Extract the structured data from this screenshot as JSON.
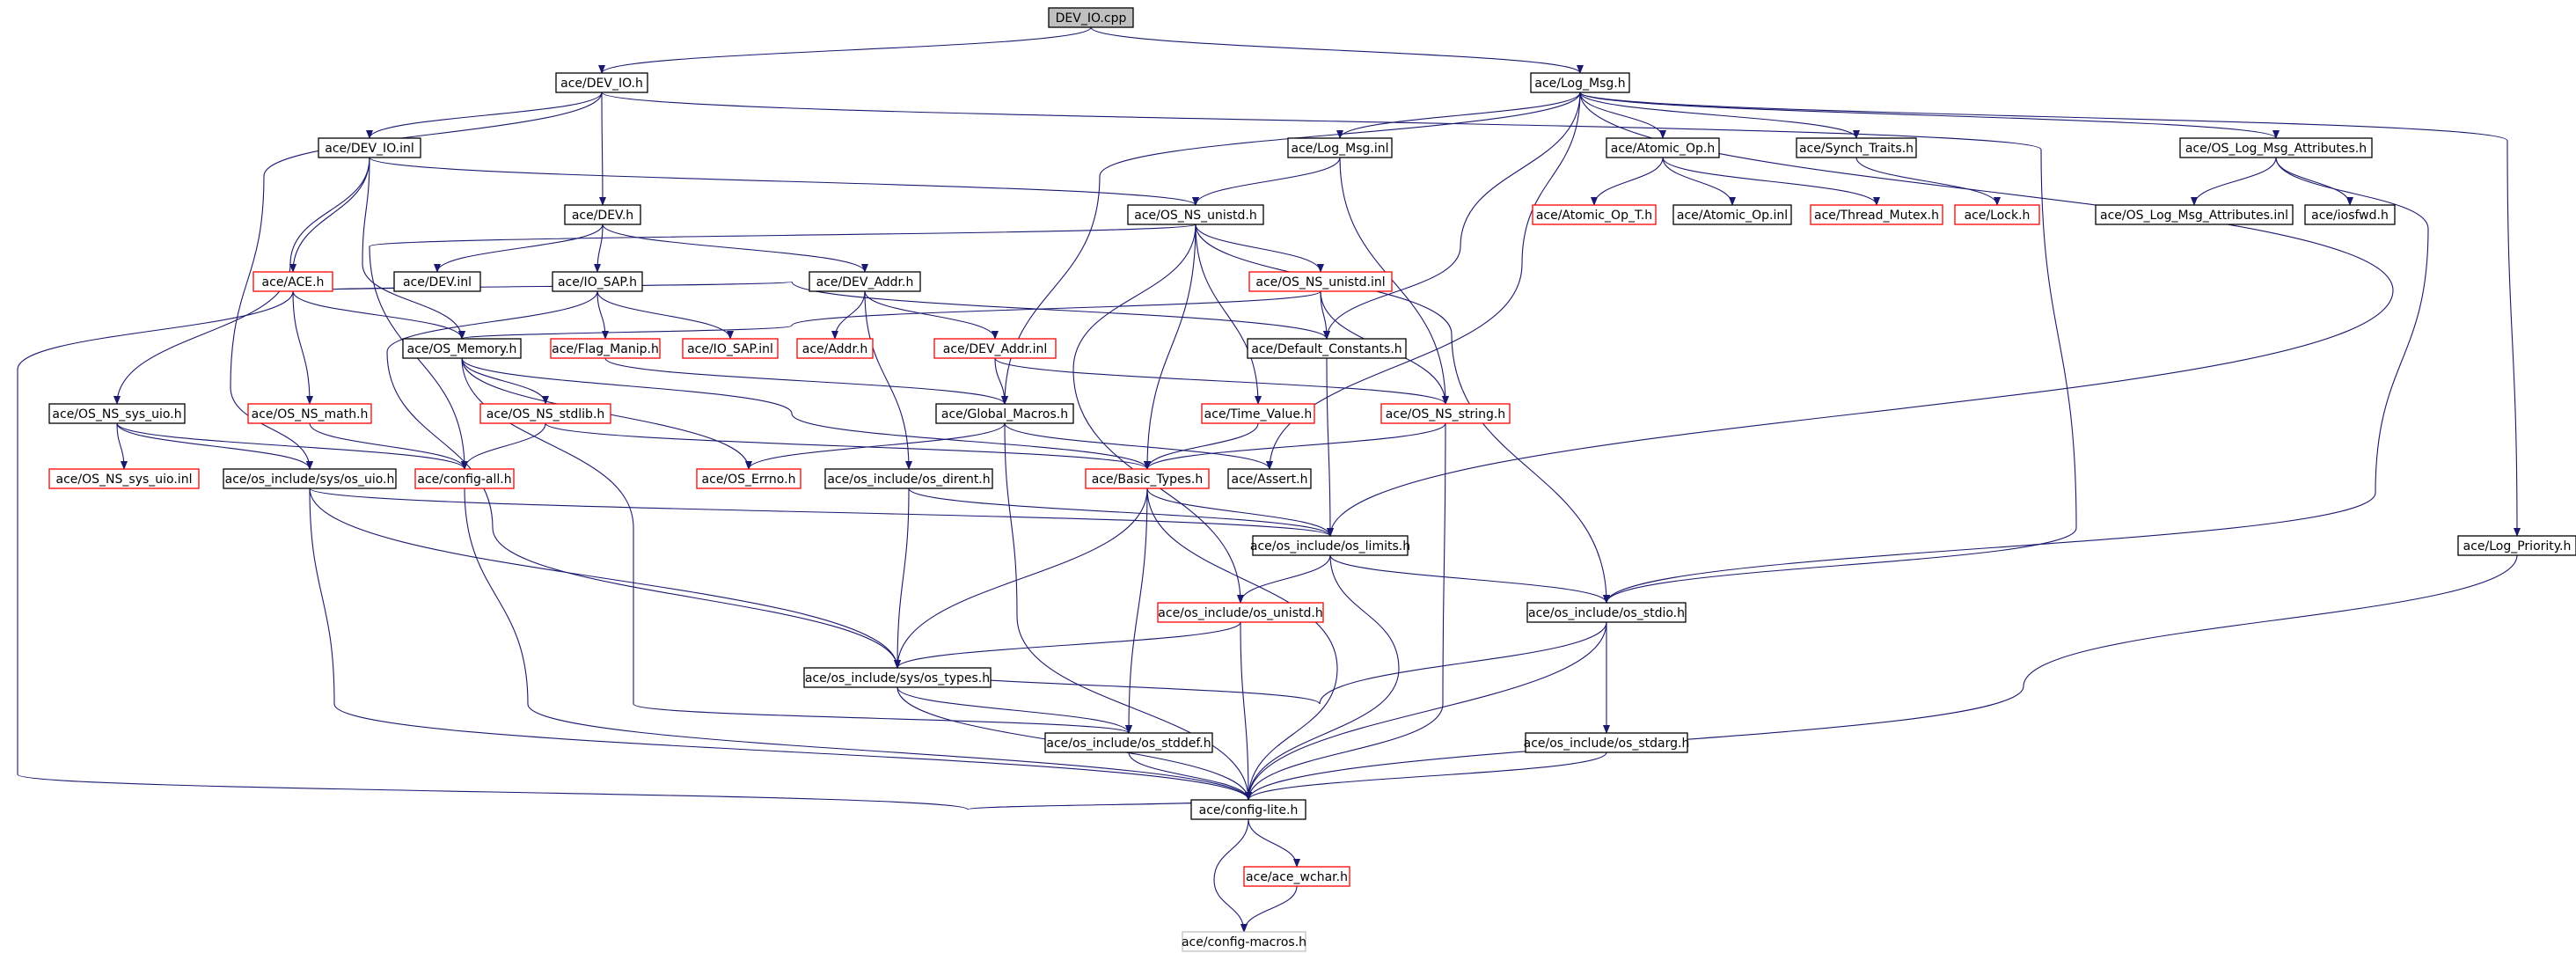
{
  "colors": {
    "edge": "#191970",
    "normal_border": "#000000",
    "red_border": "#ff0000",
    "gray_border": "#bfbfbf",
    "root_fill": "#bfbfbf",
    "fill": "#ffffff"
  },
  "nodes": [
    {
      "id": "dev_io_cpp",
      "label": "DEV_IO.cpp",
      "style": "root"
    },
    {
      "id": "dev_io_h",
      "label": "ace/DEV_IO.h",
      "style": "normal"
    },
    {
      "id": "log_msg_h",
      "label": "ace/Log_Msg.h",
      "style": "normal"
    },
    {
      "id": "dev_io_inl",
      "label": "ace/DEV_IO.inl",
      "style": "normal"
    },
    {
      "id": "log_msg_inl",
      "label": "ace/Log_Msg.inl",
      "style": "normal"
    },
    {
      "id": "atomic_op_h",
      "label": "ace/Atomic_Op.h",
      "style": "normal"
    },
    {
      "id": "synch_traits_h",
      "label": "ace/Synch_Traits.h",
      "style": "normal"
    },
    {
      "id": "os_log_msg_attr_h",
      "label": "ace/OS_Log_Msg_Attributes.h",
      "style": "normal"
    },
    {
      "id": "dev_h",
      "label": "ace/DEV.h",
      "style": "normal"
    },
    {
      "id": "os_ns_unistd_h",
      "label": "ace/OS_NS_unistd.h",
      "style": "normal"
    },
    {
      "id": "atomic_op_t_h",
      "label": "ace/Atomic_Op_T.h",
      "style": "red"
    },
    {
      "id": "atomic_op_inl",
      "label": "ace/Atomic_Op.inl",
      "style": "normal"
    },
    {
      "id": "thread_mutex_h",
      "label": "ace/Thread_Mutex.h",
      "style": "red"
    },
    {
      "id": "lock_h",
      "label": "ace/Lock.h",
      "style": "red"
    },
    {
      "id": "os_log_msg_attr_inl",
      "label": "ace/OS_Log_Msg_Attributes.inl",
      "style": "normal"
    },
    {
      "id": "iosfwd_h",
      "label": "ace/iosfwd.h",
      "style": "normal"
    },
    {
      "id": "ace_h",
      "label": "ace/ACE.h",
      "style": "red"
    },
    {
      "id": "dev_inl",
      "label": "ace/DEV.inl",
      "style": "normal"
    },
    {
      "id": "io_sap_h",
      "label": "ace/IO_SAP.h",
      "style": "normal"
    },
    {
      "id": "dev_addr_h",
      "label": "ace/DEV_Addr.h",
      "style": "normal"
    },
    {
      "id": "os_ns_unistd_inl",
      "label": "ace/OS_NS_unistd.inl",
      "style": "red"
    },
    {
      "id": "os_memory_h",
      "label": "ace/OS_Memory.h",
      "style": "normal"
    },
    {
      "id": "flag_manip_h",
      "label": "ace/Flag_Manip.h",
      "style": "red"
    },
    {
      "id": "io_sap_inl",
      "label": "ace/IO_SAP.inl",
      "style": "red"
    },
    {
      "id": "addr_h",
      "label": "ace/Addr.h",
      "style": "red"
    },
    {
      "id": "dev_addr_inl",
      "label": "ace/DEV_Addr.inl",
      "style": "red"
    },
    {
      "id": "default_constants_h",
      "label": "ace/Default_Constants.h",
      "style": "normal"
    },
    {
      "id": "os_ns_sys_uio_h",
      "label": "ace/OS_NS_sys_uio.h",
      "style": "normal"
    },
    {
      "id": "os_ns_math_h",
      "label": "ace/OS_NS_math.h",
      "style": "red"
    },
    {
      "id": "os_ns_stdlib_h",
      "label": "ace/OS_NS_stdlib.h",
      "style": "red"
    },
    {
      "id": "global_macros_h",
      "label": "ace/Global_Macros.h",
      "style": "normal"
    },
    {
      "id": "time_value_h",
      "label": "ace/Time_Value.h",
      "style": "red"
    },
    {
      "id": "os_ns_string_h",
      "label": "ace/OS_NS_string.h",
      "style": "red"
    },
    {
      "id": "os_ns_sys_uio_inl",
      "label": "ace/OS_NS_sys_uio.inl",
      "style": "red"
    },
    {
      "id": "os_include_sys_os_uio_h",
      "label": "ace/os_include/sys/os_uio.h",
      "style": "normal"
    },
    {
      "id": "config_all_h",
      "label": "ace/config-all.h",
      "style": "red"
    },
    {
      "id": "os_errno_h",
      "label": "ace/OS_Errno.h",
      "style": "red"
    },
    {
      "id": "os_include_os_dirent_h",
      "label": "ace/os_include/os_dirent.h",
      "style": "normal"
    },
    {
      "id": "basic_types_h",
      "label": "ace/Basic_Types.h",
      "style": "red"
    },
    {
      "id": "assert_h",
      "label": "ace/Assert.h",
      "style": "normal"
    },
    {
      "id": "os_include_os_limits_h",
      "label": "ace/os_include/os_limits.h",
      "style": "normal"
    },
    {
      "id": "log_priority_h",
      "label": "ace/Log_Priority.h",
      "style": "normal"
    },
    {
      "id": "os_include_os_unistd_h",
      "label": "ace/os_include/os_unistd.h",
      "style": "red"
    },
    {
      "id": "os_include_os_stdio_h",
      "label": "ace/os_include/os_stdio.h",
      "style": "normal"
    },
    {
      "id": "os_include_sys_os_types_h",
      "label": "ace/os_include/sys/os_types.h",
      "style": "normal"
    },
    {
      "id": "os_include_os_stddef_h",
      "label": "ace/os_include/os_stddef.h",
      "style": "normal"
    },
    {
      "id": "os_include_os_stdarg_h",
      "label": "ace/os_include/os_stdarg.h",
      "style": "normal"
    },
    {
      "id": "config_lite_h",
      "label": "ace/config-lite.h",
      "style": "normal"
    },
    {
      "id": "ace_wchar_h",
      "label": "ace/ace_wchar.h",
      "style": "red"
    },
    {
      "id": "config_macros_h",
      "label": "ace/config-macros.h",
      "style": "gray"
    }
  ]
}
